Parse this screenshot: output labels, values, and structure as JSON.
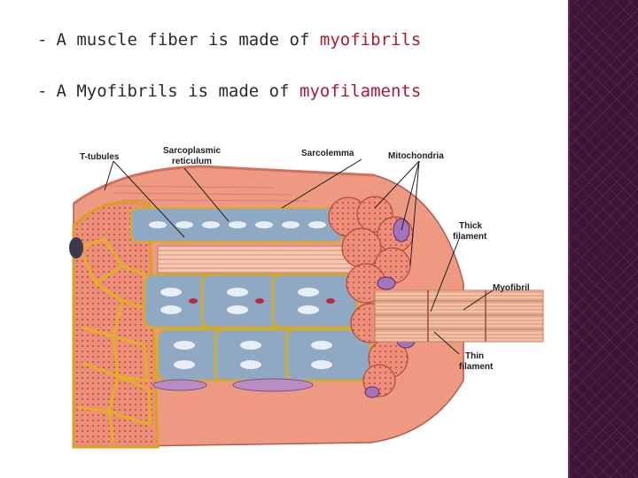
{
  "bullets": [
    {
      "marker": "-",
      "prefix": "A muscle fiber is made of",
      "highlight": "myofibrils"
    },
    {
      "marker": "-",
      "prefix": "A Myofibrils is made of",
      "highlight": "myofilaments"
    }
  ],
  "figure": {
    "labels": {
      "t_tubules": "T-tubules",
      "sr_line1": "Sarcoplasmic",
      "sr_line2": "reticulum",
      "sarcolemma": "Sarcolemma",
      "mitochondria": "Mitochondria",
      "thick_line1": "Thick",
      "thick_line2": "filament",
      "myofibril": "Myofibril",
      "thin_line1": "Thin",
      "thin_line2": "filament"
    }
  },
  "colors": {
    "highlight": "#b0182f",
    "text": "#2b2b2b",
    "side_bar": "#3d1534"
  }
}
